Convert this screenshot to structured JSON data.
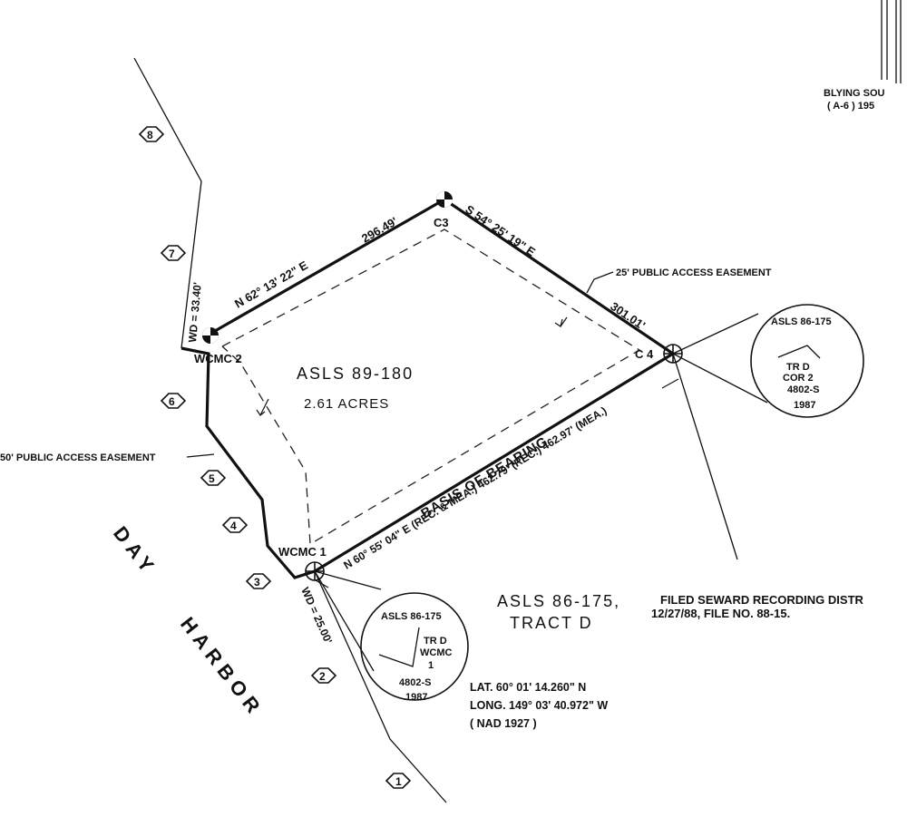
{
  "parcel": {
    "name": "ASLS 89-180",
    "area": "2.61 ACRES"
  },
  "adjacent_tract": {
    "name": "ASLS 86-175,",
    "tract": "TRACT D",
    "filed_line1": "FILED SEWARD RECORDING DISTR",
    "filed_line2": "12/27/88, FILE NO. 88-15."
  },
  "water_body": {
    "word1": "DAY",
    "word2": "HARBOR"
  },
  "corner_labels": {
    "wcmc1": "WCMC 1",
    "wcmc2": "WCMC 2",
    "c3": "C3",
    "c4": "C 4"
  },
  "bearings": {
    "north_line": "N 62° 13' 22\" E",
    "north_dist": "296.49'",
    "east_line": "S 54° 25' 19\" E",
    "east_dist": "301.01'",
    "south_line": "N 60° 55' 04\" E (REC. & MEA.) 462.79' (REC.) 462.97' (MEA.)",
    "basis": "BASIS OF BEARING",
    "wd_north": "WD = 33.40'",
    "wd_south": "WD = 25.00'"
  },
  "easements": {
    "east": "25' PUBLIC ACCESS EASEMENT",
    "west": "50' PUBLIC ACCESS EASEMENT"
  },
  "monument_c4": {
    "title": "ASLS 86-175",
    "line1": "TR D",
    "line2": "COR 2",
    "line3": "4802-S",
    "line4": "1987"
  },
  "monument_wcmc1": {
    "title": "ASLS 86-175",
    "line1": "TR D",
    "line2": "WCMC",
    "line3": "1",
    "line4": "4802-S",
    "line5": "1987"
  },
  "coordinates": {
    "lat": "LAT. 60° 01' 14.260\" N",
    "long": "LONG. 149° 03' 40.972\" W",
    "datum": "( NAD 1927 )"
  },
  "meander_points": [
    "1",
    "2",
    "3",
    "4",
    "5",
    "6",
    "7",
    "8"
  ],
  "top_right": {
    "line1": "BLYING SOU",
    "line2": "( A-6 )  195"
  }
}
